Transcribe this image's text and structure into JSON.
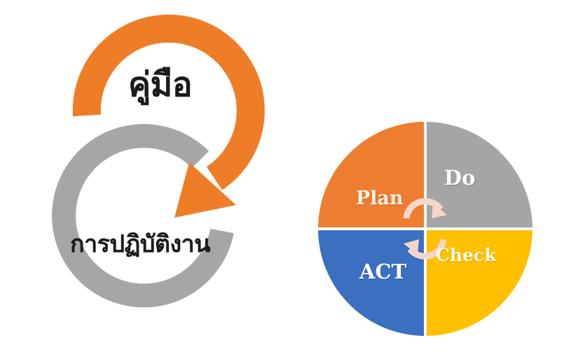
{
  "diagram": {
    "title_text_top": "คู่มือ",
    "title_text_bottom": "การปฏิบัติงาน",
    "cycle_arrows": {
      "outer_arrow_color": "#EF7D28",
      "inner_arrow_color": "#A6A6A6"
    }
  },
  "pdca": {
    "quadrants": [
      {
        "key": "plan",
        "label": "Plan",
        "color": "#ED7D31",
        "position": "top-left"
      },
      {
        "key": "do",
        "label": "Do",
        "color": "#A5A5A5",
        "position": "top-right"
      },
      {
        "key": "check",
        "label": "Check",
        "color": "#FFC000",
        "position": "bottom-right"
      },
      {
        "key": "act",
        "label": "ACT",
        "color": "#3B6FC0",
        "position": "bottom-left"
      }
    ],
    "center_arrow_color": "#F3D7CB"
  },
  "colors": {
    "orange": "#EF7D28",
    "gray": "#A6A6A6",
    "yellow": "#FFC000",
    "blue": "#3B6FC0",
    "background": "#FFFFFF",
    "text_dark": "#1A1A1A",
    "text_light": "#FFFFFF"
  }
}
